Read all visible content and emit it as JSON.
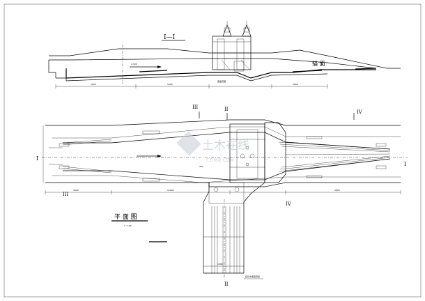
{
  "section_title": "I—I",
  "section_side_label": "描 面",
  "plan_title": "平 面 图",
  "plan_scale": "1 : 100",
  "slope_label": "1:300",
  "section_marks": {
    "i_left": "I",
    "i_right": "I",
    "ii_top": "II",
    "ii_bottom": "II",
    "iii_top": "III",
    "iii_bottom": "III",
    "iv_top": "IV",
    "iv_bottom": "IV"
  },
  "note_bottom": "接引水渠道衔接",
  "note_section": "底板高程",
  "dims": {
    "sec_total": "5000",
    "sec_left": "1000",
    "sec_right": "1800",
    "plan_left": "3600",
    "plan_right": "3600",
    "plan_total": "12000",
    "plan_height": "400",
    "branch_width": "1600"
  },
  "watermark_cn": "土木在线",
  "watermark_en": "COI88.COM",
  "colors": {
    "line": "#000000",
    "background": "#ffffff",
    "watermark": "#bfc6cf"
  }
}
